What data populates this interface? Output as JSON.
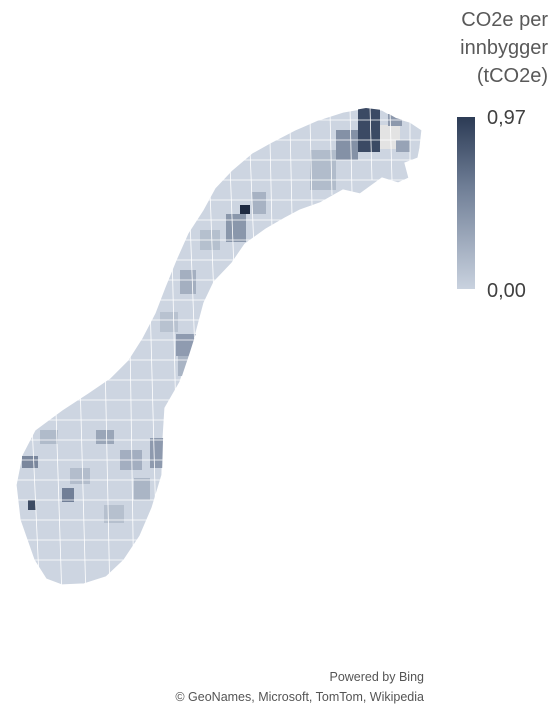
{
  "legend": {
    "title": "CO2e per\ninnbygger\n(tCO2e)",
    "max_label": "0,97",
    "min_label": "0,00",
    "color_high": "#2c3b55",
    "color_low": "#c9d2df"
  },
  "map": {
    "region": "Norway",
    "fill_base": "#c9d2df",
    "border_color": "#ffffff",
    "no_data_color": "#e3e3e3"
  },
  "attribution": {
    "powered_by": "Powered by Bing",
    "credits": "© GeoNames, Microsoft, TomTom, Wikipedia"
  }
}
